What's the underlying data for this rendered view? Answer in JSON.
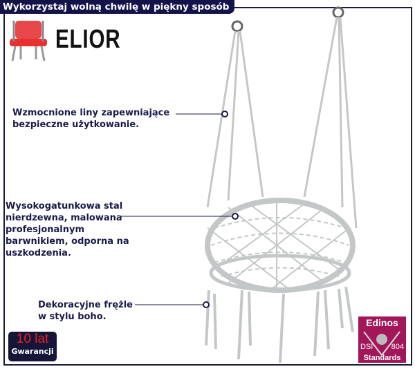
{
  "header": {
    "title": "Wykorzystaj wolną chwilę w piękny sposób"
  },
  "brand": {
    "name": "ELIOR",
    "icon": "chair-icon"
  },
  "callouts": [
    {
      "lines": [
        "Wzmocnione liny zapewniające",
        "bezpieczne użytkowanie."
      ]
    },
    {
      "lines": [
        "Wysokogatunkowa stal",
        "nierdzewna, malowana",
        "profesjonalnym",
        "barwnikiem, odporna na",
        "uszkodzenia."
      ]
    },
    {
      "lines": [
        "Dekoracyjne frężle",
        "w stylu boho."
      ]
    }
  ],
  "warranty": {
    "years": "10 lat",
    "label": "Gwarancji"
  },
  "certificate": {
    "brand": "Edinos",
    "left": "DSI",
    "right": "804",
    "label": "Standards"
  },
  "colors": {
    "navy": "#13134a",
    "cert": "#a3175a",
    "rope": "#c8cbcc"
  }
}
